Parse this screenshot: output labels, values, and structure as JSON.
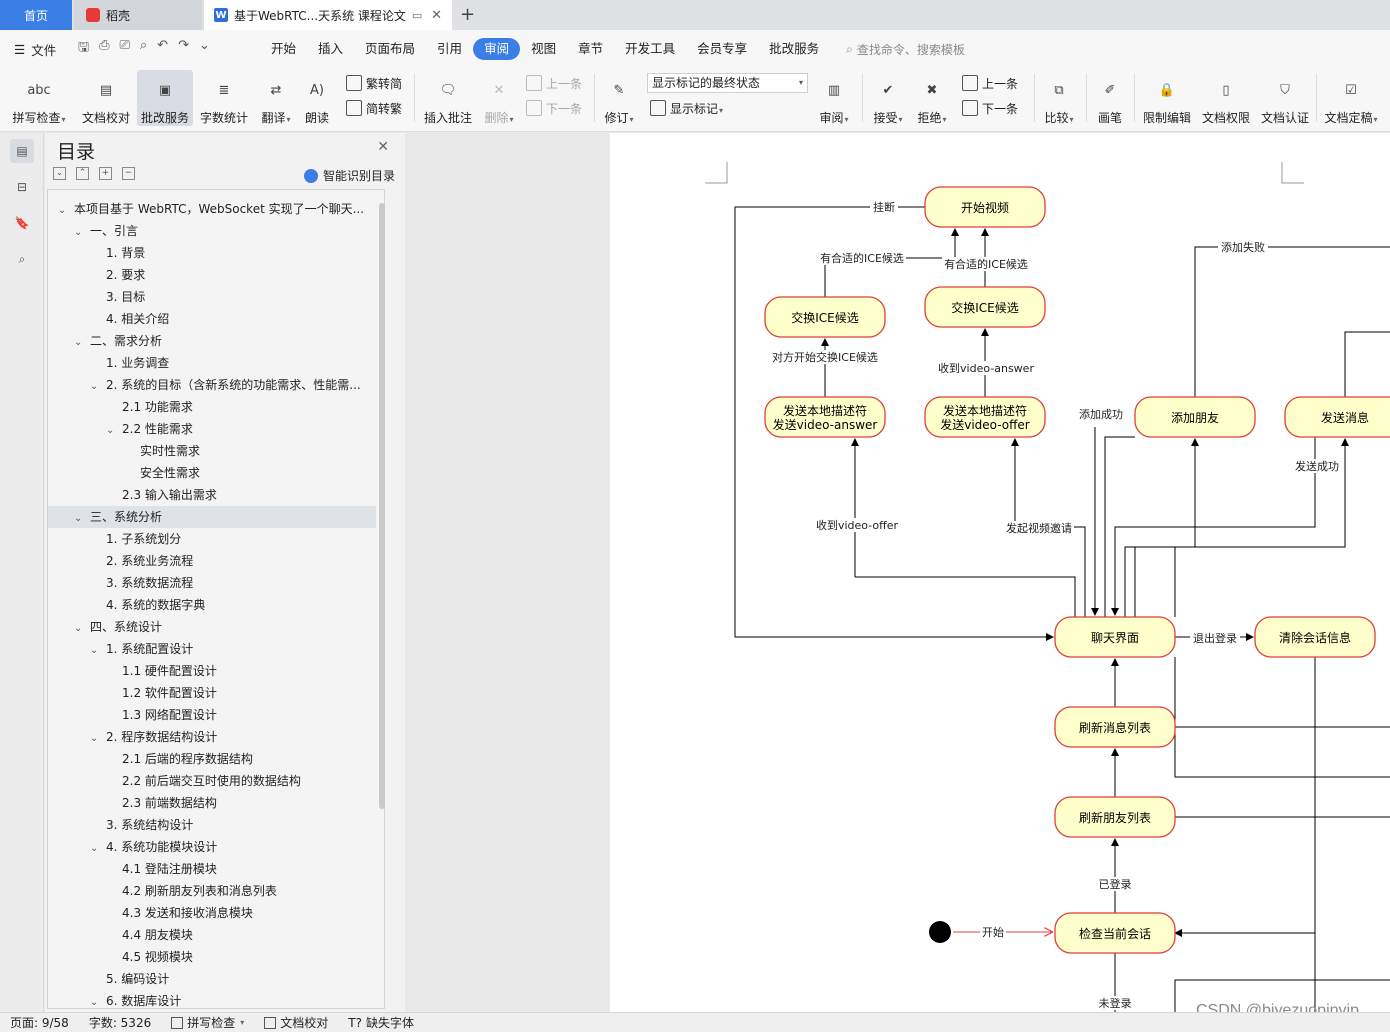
{
  "tabs": {
    "home": "首页",
    "daoke": "稻壳",
    "doc": "基于WebRTC...天系统 课程论文"
  },
  "menubar": {
    "file": "文件",
    "items": [
      "开始",
      "插入",
      "页面布局",
      "引用",
      "审阅",
      "视图",
      "章节",
      "开发工具",
      "会员专享",
      "批改服务"
    ],
    "active": "审阅",
    "search": "查找命令、搜索模板"
  },
  "ribbon": {
    "spell": "拼写检查",
    "proofread": "文档校对",
    "correction": "批改服务",
    "wordcount": "字数统计",
    "translate": "翻译",
    "readaloud": "朗读",
    "trad": "繁转简",
    "simp": "简转繁",
    "insert_comment": "插入批注",
    "delete": "删除",
    "prev": "上一条",
    "next": "下一条",
    "revise": "修订",
    "final_state": "显示标记的最终状态",
    "show_markup": "显示标记",
    "review": "审阅",
    "accept": "接受",
    "reject": "拒绝",
    "prev2": "上一条",
    "next2": "下一条",
    "compare": "比较",
    "pen": "画笔",
    "restrict": "限制编辑",
    "rights": "文档权限",
    "certify": "文档认证",
    "finalize": "文档定稿"
  },
  "toc": {
    "title": "目录",
    "smart": "智能识别目录",
    "items": [
      {
        "text": "本项目基于 WebRTC，WebSocket 实现了一个聊天...",
        "level": 0,
        "toggle": "open"
      },
      {
        "text": "一、引言",
        "level": 1,
        "toggle": "open"
      },
      {
        "text": "1. 背景",
        "level": 2,
        "toggle": ""
      },
      {
        "text": "2. 要求",
        "level": 2,
        "toggle": ""
      },
      {
        "text": "3. 目标",
        "level": 2,
        "toggle": ""
      },
      {
        "text": "4. 相关介绍",
        "level": 2,
        "toggle": ""
      },
      {
        "text": "二、需求分析",
        "level": 1,
        "toggle": "open"
      },
      {
        "text": "1. 业务调查",
        "level": 2,
        "toggle": ""
      },
      {
        "text": "2. 系统的目标（含新系统的功能需求、性能需...",
        "level": 2,
        "toggle": "open"
      },
      {
        "text": "2.1 功能需求",
        "level": 3,
        "toggle": ""
      },
      {
        "text": "2.2 性能需求",
        "level": 3,
        "toggle": "open"
      },
      {
        "text": "实时性需求",
        "level": 4,
        "toggle": ""
      },
      {
        "text": "安全性需求",
        "level": 4,
        "toggle": ""
      },
      {
        "text": "2.3 输入输出需求",
        "level": 3,
        "toggle": ""
      },
      {
        "text": "三、系统分析",
        "level": 1,
        "toggle": "open",
        "selected": true
      },
      {
        "text": "1. 子系统划分",
        "level": 2,
        "toggle": ""
      },
      {
        "text": "2. 系统业务流程",
        "level": 2,
        "toggle": ""
      },
      {
        "text": "3. 系统数据流程",
        "level": 2,
        "toggle": ""
      },
      {
        "text": "4. 系统的数据字典",
        "level": 2,
        "toggle": ""
      },
      {
        "text": "四、系统设计",
        "level": 1,
        "toggle": "open"
      },
      {
        "text": "1. 系统配置设计",
        "level": 2,
        "toggle": "open"
      },
      {
        "text": "1.1 硬件配置设计",
        "level": 3,
        "toggle": ""
      },
      {
        "text": "1.2 软件配置设计",
        "level": 3,
        "toggle": ""
      },
      {
        "text": "1.3 网络配置设计",
        "level": 3,
        "toggle": ""
      },
      {
        "text": "2. 程序数据结构设计",
        "level": 2,
        "toggle": "open"
      },
      {
        "text": "2.1 后端的程序数据结构",
        "level": 3,
        "toggle": ""
      },
      {
        "text": "2.2 前后端交互时使用的数据结构",
        "level": 3,
        "toggle": ""
      },
      {
        "text": "2.3 前端数据结构",
        "level": 3,
        "toggle": ""
      },
      {
        "text": "3. 系统结构设计",
        "level": 2,
        "toggle": ""
      },
      {
        "text": "4. 系统功能模块设计",
        "level": 2,
        "toggle": "open"
      },
      {
        "text": "4.1 登陆注册模块",
        "level": 3,
        "toggle": ""
      },
      {
        "text": "4.2 刷新朋友列表和消息列表",
        "level": 3,
        "toggle": ""
      },
      {
        "text": "4.3 发送和接收消息模块",
        "level": 3,
        "toggle": ""
      },
      {
        "text": "4.4 朋友模块",
        "level": 3,
        "toggle": ""
      },
      {
        "text": "4.5 视频模块",
        "level": 3,
        "toggle": ""
      },
      {
        "text": "5. 编码设计",
        "level": 2,
        "toggle": ""
      },
      {
        "text": "6. 数据库设计",
        "level": 2,
        "toggle": "open"
      }
    ]
  },
  "diagram": {
    "states": {
      "start_video": "开始视频",
      "ice_left": "交换ICE候选",
      "ice_right": "交换ICE候选",
      "send_answer_1": "发送本地描述符",
      "send_answer_2": "发送video-answer",
      "send_offer_1": "发送本地描述符",
      "send_offer_2": "发送video-offer",
      "add_friend": "添加朋友",
      "send_msg": "发送消息",
      "chat": "聊天界面",
      "clear": "清除会话信息",
      "refresh_msg": "刷新消息列表",
      "refresh_friend": "刷新朋友列表",
      "check_session": "检查当前会话"
    },
    "labels": {
      "hangup": "挂断",
      "ice_ok_left": "有合适的ICE候选",
      "ice_ok_right": "有合适的ICE候选",
      "peer_ice": "对方开始交换ICE候选",
      "recv_answer": "收到video-answer",
      "recv_offer": "收到video-offer",
      "invite": "发起视频邀请",
      "add_fail": "添加失败",
      "add_ok": "添加成功",
      "send_ok": "发送成功",
      "logout": "退出登录",
      "logged_in": "已登录",
      "start": "开始",
      "not_logged": "未登录"
    }
  },
  "statusbar": {
    "page": "页面: 9/58",
    "words": "字数: 5326",
    "spell": "拼写检查",
    "proofread": "文档校对",
    "missing_font": "缺失字体"
  },
  "watermark": "CSDN @biyezuopinvip",
  "colors": {
    "accent": "#3b7fe6",
    "state_fill": "#ffffcc",
    "state_border": "#e03c3c",
    "start_arrow": "#e03c3c"
  }
}
